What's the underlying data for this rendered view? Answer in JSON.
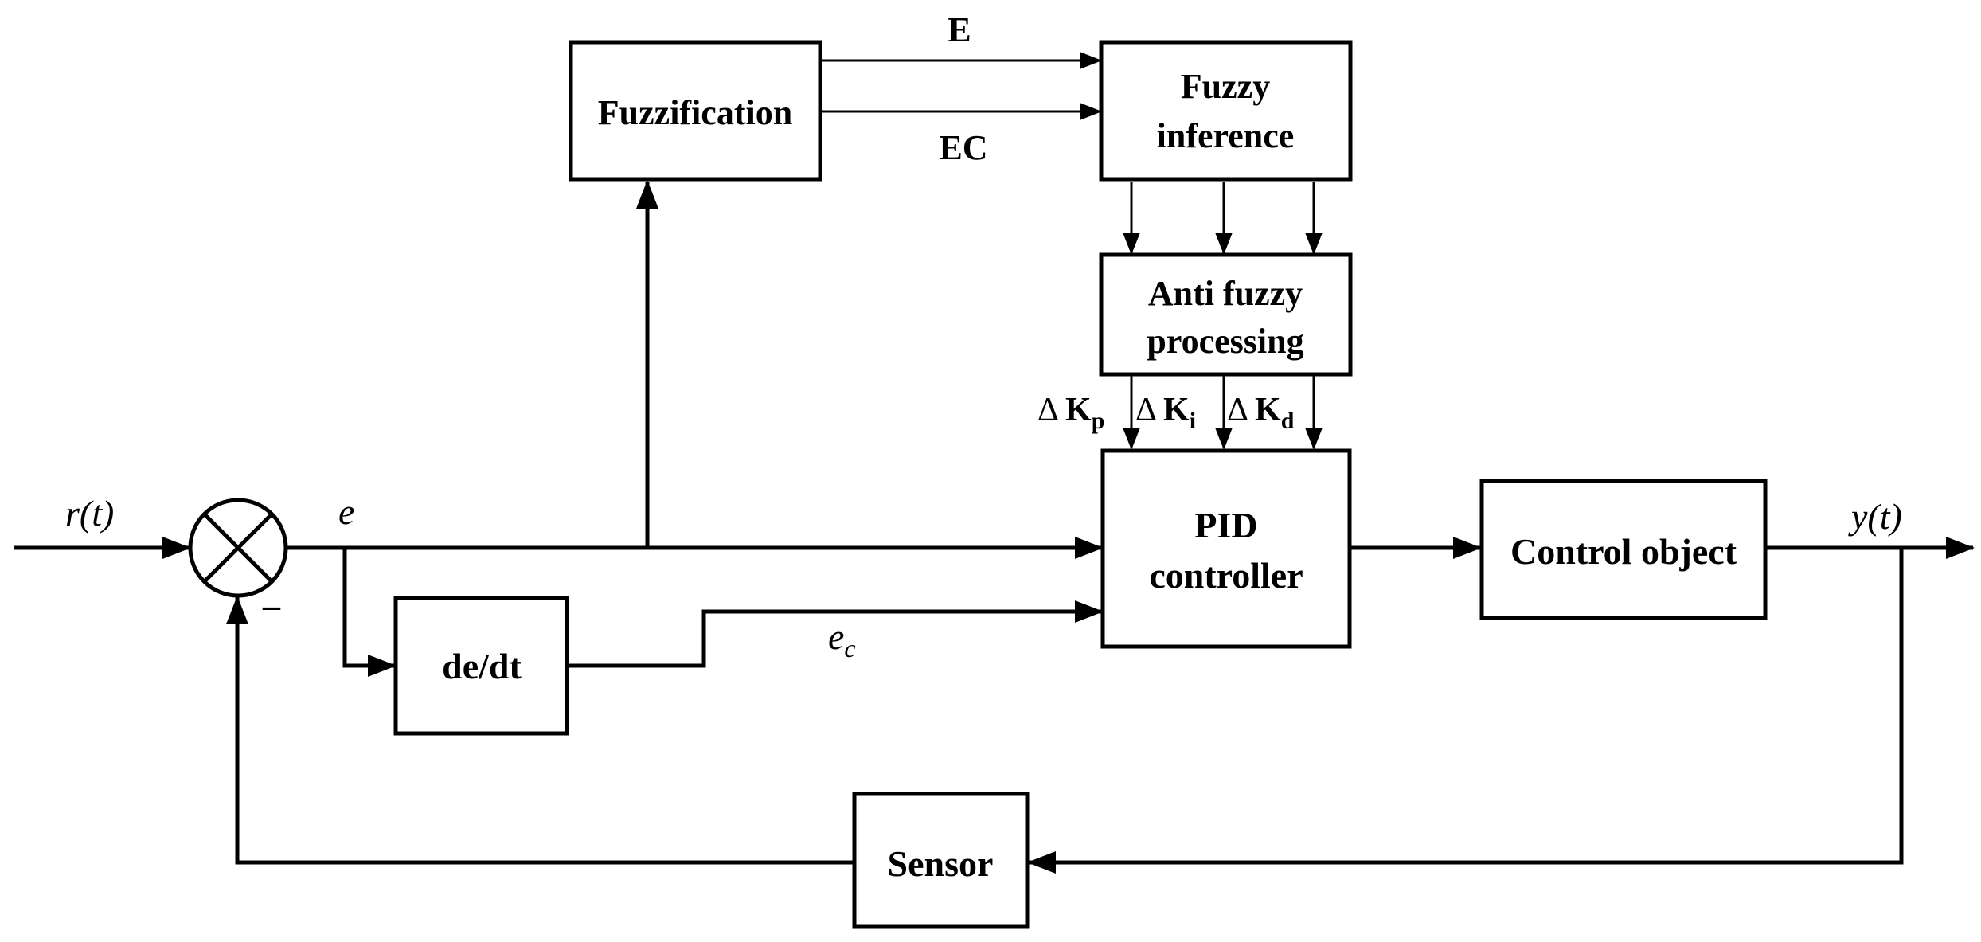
{
  "blocks": {
    "fuzzification": "Fuzzification",
    "fuzzy_inference": [
      "Fuzzy",
      "inference"
    ],
    "anti_fuzzy": [
      "Anti fuzzy",
      "processing"
    ],
    "pid": [
      "PID",
      "controller"
    ],
    "control_object": "Control object",
    "derivative": "de/dt",
    "sensor": "Sensor"
  },
  "signals": {
    "reference": "r(t)",
    "error": "e",
    "error_rate": "e",
    "error_rate_sub": "c",
    "output": "y(t)",
    "E": "E",
    "EC": "EC",
    "minus": "–"
  },
  "gains": {
    "delta": "Δ",
    "k": "K",
    "kp_sub": "p",
    "ki_sub": "i",
    "kd_sub": "d"
  },
  "icons": {
    "summing_junction": "circle-with-cross-icon"
  }
}
